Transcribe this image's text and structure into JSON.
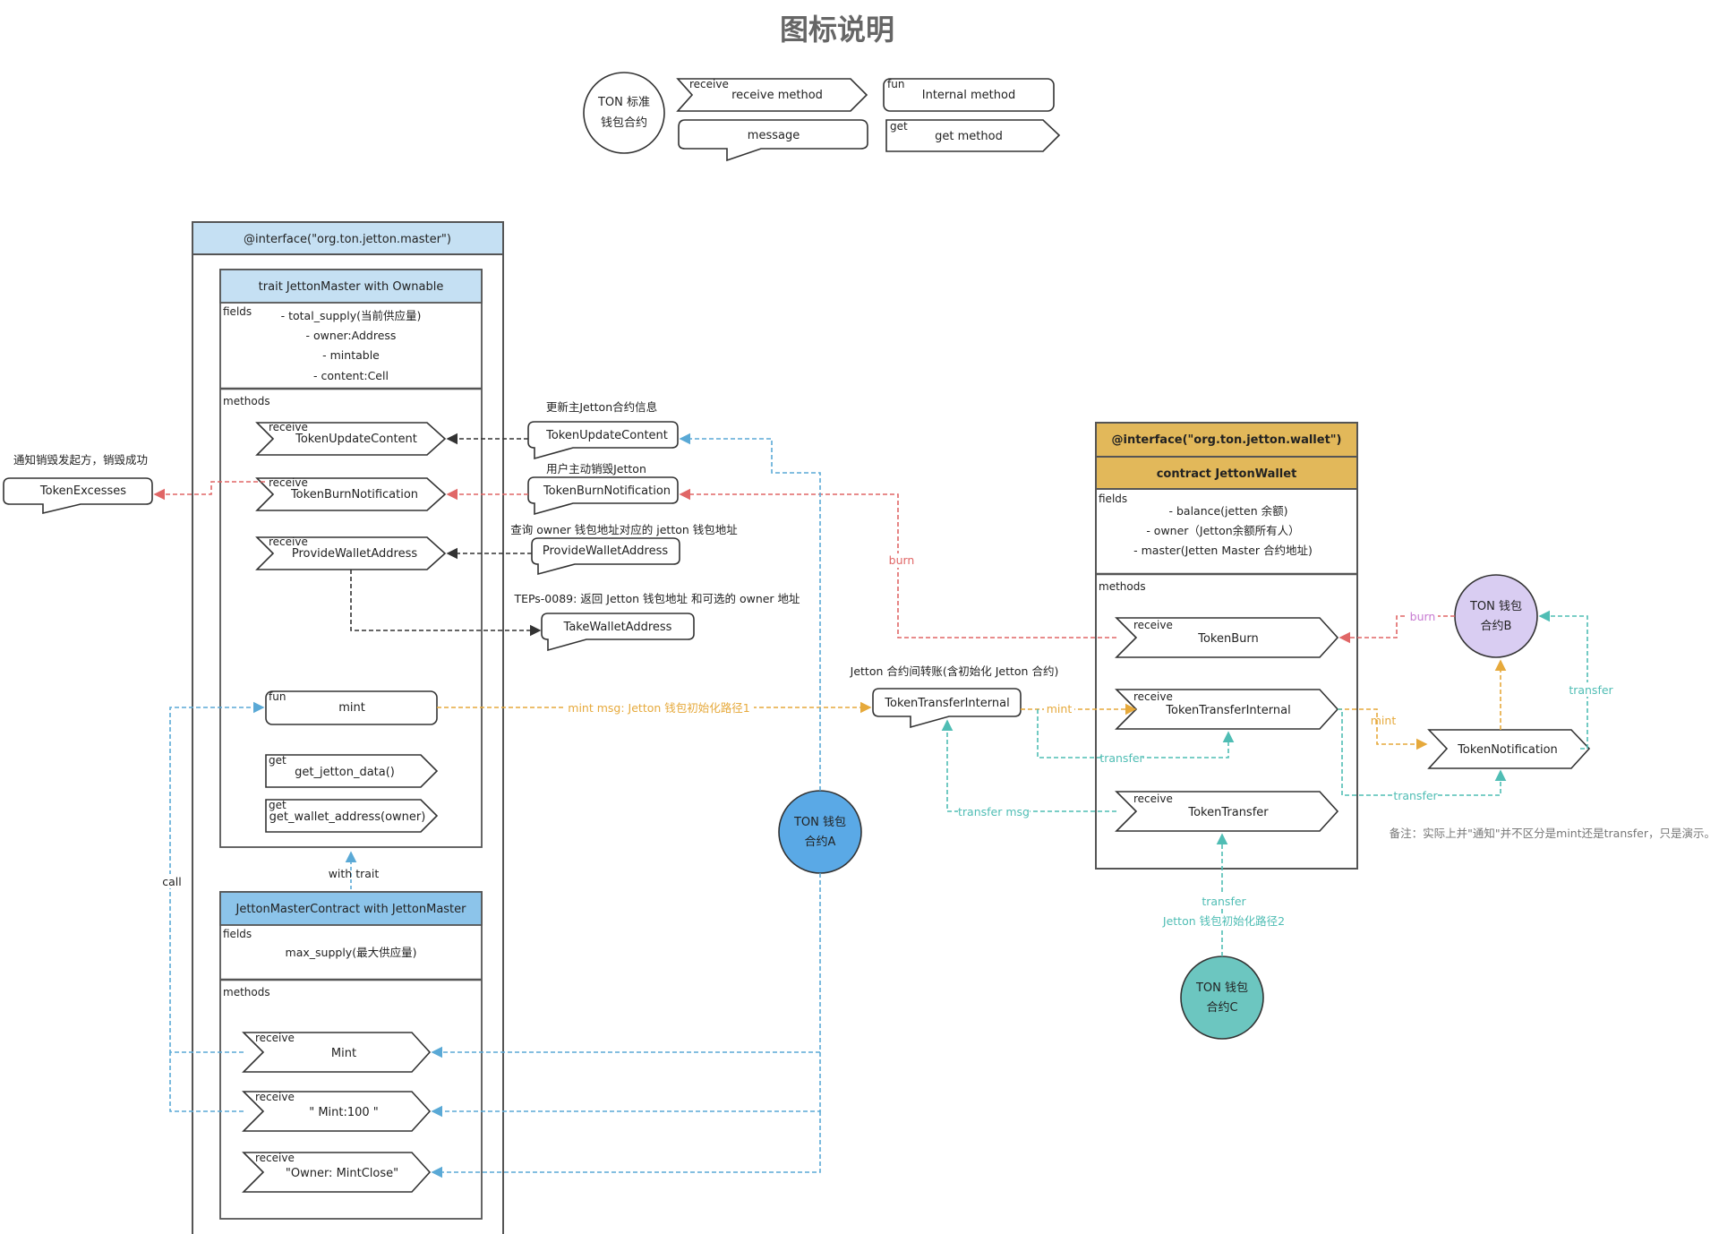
{
  "legend": {
    "title": "图标说明",
    "ton_circle": [
      "TON 标准",
      "钱包合约"
    ],
    "receive_tag": "receive",
    "receive_label": "receive method",
    "fun_tag": "fun",
    "fun_label": "Internal method",
    "message_label": "message",
    "get_tag": "get",
    "get_label": "get method"
  },
  "master": {
    "interface_label": "@interface(\"org.ton.jetton.master\")",
    "trait_header": "trait JettonMaster with Ownable",
    "fields_tag": "fields",
    "fields": [
      "- total_supply(当前供应量)",
      "- owner:Address",
      "- mintable",
      "- content:Cell"
    ],
    "methods_tag": "methods",
    "receive_tag": "receive",
    "fun_tag": "fun",
    "get_tag": "get",
    "receivers": [
      "TokenUpdateContent",
      "TokenBurnNotification",
      "ProvideWalletAddress"
    ],
    "mint_label": "mint",
    "getters": [
      "get_jetton_data()",
      "get_wallet_address(owner)"
    ],
    "with_trait": "with trait",
    "call_label": "call",
    "contract_header": "JettonMasterContract with JettonMaster",
    "contract_field": "max_supply(最大供应量)",
    "contract_receivers": [
      "Mint",
      "\" Mint:100 \"",
      "\"Owner: MintClose\""
    ]
  },
  "messages": {
    "update_note": "更新主Jetton合约信息",
    "update_msg": "TokenUpdateContent",
    "burn_note": "用户主动销毁Jetton",
    "burn_msg": "TokenBurnNotification",
    "provide_note": "查询 owner 钱包地址对应的 jetton 钱包地址",
    "provide_msg": "ProvideWalletAddress",
    "take_note": "TEPs-0089: 返回 Jetton 钱包地址 和可选的 owner 地址",
    "take_msg": "TakeWalletAddress",
    "excess_note": "通知销毁发起方，销毁成功",
    "excess_msg": "TokenExcesses",
    "transfer_note": "Jetton 合约间转账(含初始化 Jetton 合约)",
    "transfer_msg": "TokenTransferInternal",
    "notification_msg": "TokenNotification"
  },
  "wallet": {
    "interface_label": "@interface(\"org.ton.jetton.wallet\")",
    "contract_header": "contract JettonWallet",
    "fields_tag": "fields",
    "fields": [
      "- balance(jetten 余额)",
      "- owner（Jetton余额所有人）",
      "- master(Jetten Master 合约地址)"
    ],
    "methods_tag": "methods",
    "receive_tag": "receive",
    "receivers": [
      "TokenBurn",
      "TokenTransferInternal",
      "TokenTransfer"
    ]
  },
  "wallets": {
    "a": [
      "TON 钱包",
      "合约A"
    ],
    "b": [
      "TON 钱包",
      "合约B"
    ],
    "c": [
      "TON 钱包",
      "合约C"
    ]
  },
  "edges": {
    "mint_msg": "mint msg: Jetton 钱包初始化路径1",
    "mint": "mint",
    "mint2": "mint",
    "transfer1": "transfer",
    "transfer_msg": "transfer msg",
    "transfer2": "transfer",
    "transfer3": "transfer",
    "burn": "burn",
    "burn2": "burn",
    "transfer_c": "transfer",
    "init_path2": "Jetton 钱包初始化路径2"
  },
  "note": "备注：实际上并\"通知\"并不区分是mint还是transfer，只是演示。",
  "colors": {
    "blue": "#5aa9d6",
    "red": "#e06666",
    "orange": "#e6a93b",
    "teal": "#4fbdb4",
    "purple": "#c77ad1",
    "master_header": "#c5e0f3",
    "master_contract_header": "#8cc4ea",
    "wallet_header": "#e2b85a",
    "wallet_a": "#5aa9e6",
    "wallet_b": "#d9cdf2",
    "wallet_c": "#6cc6c0"
  }
}
